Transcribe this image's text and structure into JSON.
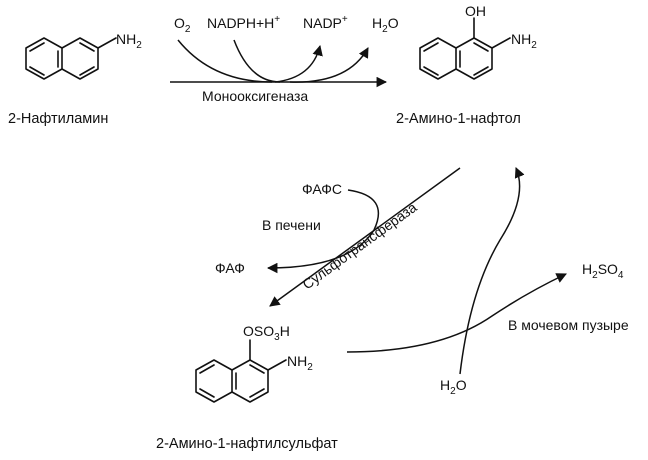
{
  "compounds": {
    "naphthylamine": {
      "name": "2-Нафтиламин",
      "substituent": "NH2"
    },
    "aminonaphthol": {
      "name": "2-Амино-1-нафтол",
      "substituent_oh": "OH",
      "substituent_nh2": "NH2"
    },
    "aminonaphthylsulfate": {
      "name": "2-Амино-1-нафтилсульфат",
      "substituent_oso3h": "OSO3H",
      "substituent_nh2": "NH2"
    }
  },
  "reaction1": {
    "cofactors": [
      "O2",
      "NADPH+H+",
      "NADP+",
      "H2O"
    ],
    "enzyme": "Монооксигеназа"
  },
  "reaction2": {
    "donor": "ФАФС",
    "product": "ФАФ",
    "location": "В печени",
    "enzyme": "Сульфотрансфераза"
  },
  "reaction3": {
    "reagent": "H2O",
    "product": "H2SO4",
    "location": "В мочевом пузыре"
  }
}
